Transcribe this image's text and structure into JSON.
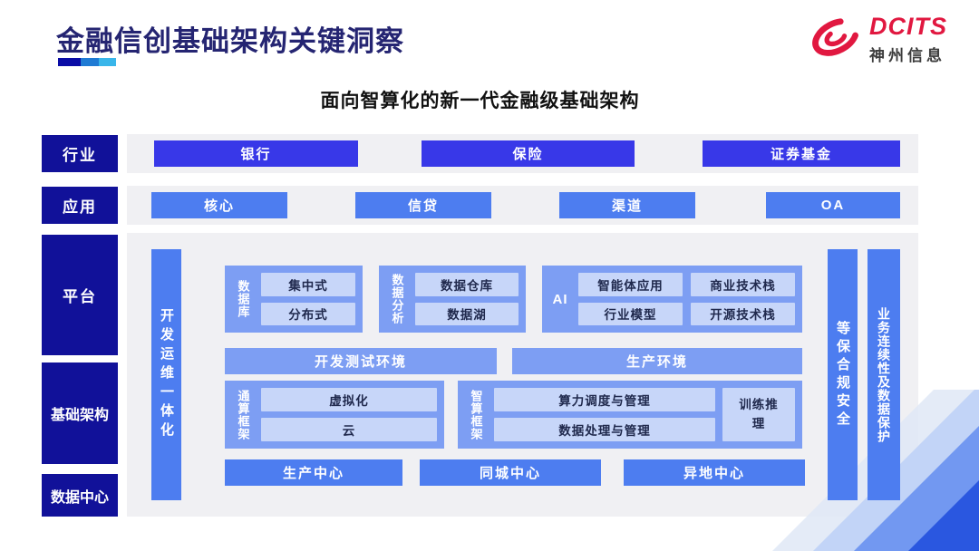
{
  "header": {
    "title": "金融信创基础架构关键洞察",
    "logo": {
      "brand": "DCITS",
      "company": "神州信息"
    }
  },
  "subtitle": "面向智算化的新一代金融级基础架构",
  "colors": {
    "title_navy": "#252572",
    "layer_label_navy": "#111199",
    "industry_button_blue": "#3838e8",
    "primary_blue": "#4d7df0",
    "group_blue": "#7d9ef3",
    "light_box_blue": "#c7d6f9",
    "panel_gray": "#f0f0f3",
    "logo_red": "#e11840"
  },
  "layers": {
    "industry": {
      "label": "行业",
      "items": [
        "银行",
        "保险",
        "证券基金"
      ]
    },
    "application": {
      "label": "应用",
      "items": [
        "核心",
        "信贷",
        "渠道",
        "OA"
      ]
    },
    "platform": {
      "label": "平台"
    },
    "infrastructure": {
      "label": "基础架构"
    },
    "datacenter": {
      "label": "数据中心"
    }
  },
  "diagram": {
    "left_bar": "开发运维一体化",
    "right_bar_security": "等保合规安全",
    "right_bar_continuity": "业务连续性及数据保护",
    "database": {
      "label": "数据库",
      "items": [
        "集中式",
        "分布式"
      ]
    },
    "analytics": {
      "label": "数据分析",
      "items": [
        "数据仓库",
        "数据湖"
      ]
    },
    "ai": {
      "label": "AI",
      "items": [
        "智能体应用",
        "商业技术栈",
        "行业模型",
        "开源技术栈"
      ]
    },
    "environments": [
      "开发测试环境",
      "生产环境"
    ],
    "general_compute": {
      "label": "通算框架",
      "items": [
        "虚拟化",
        "云"
      ]
    },
    "smart_compute": {
      "label": "智算框架",
      "items": [
        "算力调度与管理",
        "数据处理与管理"
      ],
      "side": "训练推理"
    },
    "centers": [
      "生产中心",
      "同城中心",
      "异地中心"
    ]
  }
}
